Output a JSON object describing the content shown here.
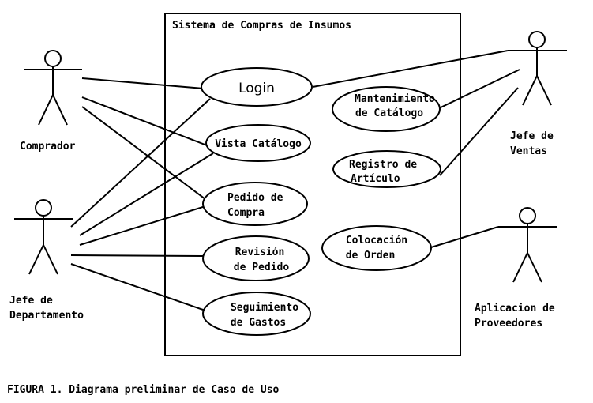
{
  "system": {
    "title": "Sistema de Compras de Insumos"
  },
  "actors": {
    "comprador": {
      "label": "Comprador"
    },
    "jefe_departamento": {
      "label_line1": "Jefe de",
      "label_line2": "Departamento"
    },
    "jefe_ventas": {
      "label_line1": "Jefe de",
      "label_line2": "Ventas"
    },
    "aplicacion_proveedores": {
      "label_line1": "Aplicacion de",
      "label_line2": "Proveedores"
    }
  },
  "use_cases": {
    "login": {
      "label": "Login"
    },
    "vista_catalogo": {
      "label": "Vista Catálogo"
    },
    "pedido_compra": {
      "line1": "Pedido de",
      "line2": "Compra"
    },
    "revision_pedido": {
      "line1": "Revisión",
      "line2": "de Pedido"
    },
    "seguimiento_gastos": {
      "line1": "Seguimiento",
      "line2": "de Gastos"
    },
    "mantenimiento_catalogo": {
      "line1": "Mantenimiento",
      "line2": "de Catálogo"
    },
    "registro_articulo": {
      "line1": "Registro de",
      "line2": "Artículo"
    },
    "colocacion_orden": {
      "line1": "Colocación",
      "line2": "de Orden"
    }
  },
  "caption": "FIGURA 1. Diagrama preliminar de Caso de Uso"
}
